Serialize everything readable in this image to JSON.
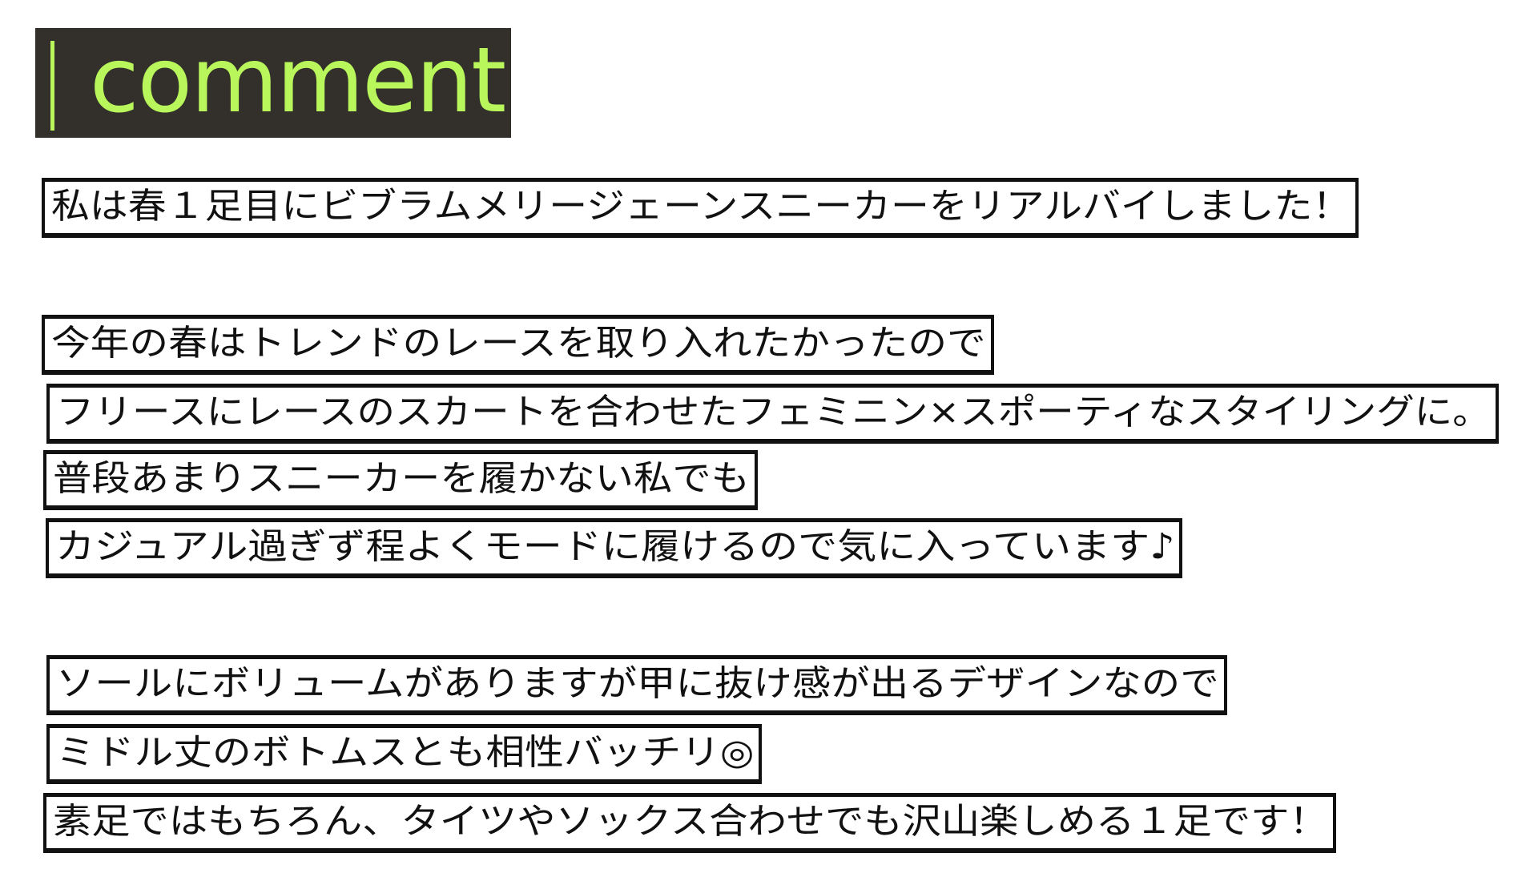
{
  "header": {
    "title": "comment",
    "colors": {
      "background": "#33302b",
      "accent": "#b9f65b"
    }
  },
  "lines": [
    "私は春１足目にビブラムメリージェーンスニーカーをリアルバイしました！",
    "今年の春はトレンドのレースを取り入れたかったので",
    "フリースにレースのスカートを合わせたフェミニン×スポーティなスタイリングに。",
    "普段あまりスニーカーを履かない私でも",
    "カジュアル過ぎず程よくモードに履けるので気に入っています♪",
    "ソールにボリュームがありますが甲に抜け感が出るデザインなので",
    "ミドル丈のボトムスとも相性バッチリ◎",
    "素足ではもちろん、タイツやソックス合わせでも沢山楽しめる１足です！"
  ]
}
